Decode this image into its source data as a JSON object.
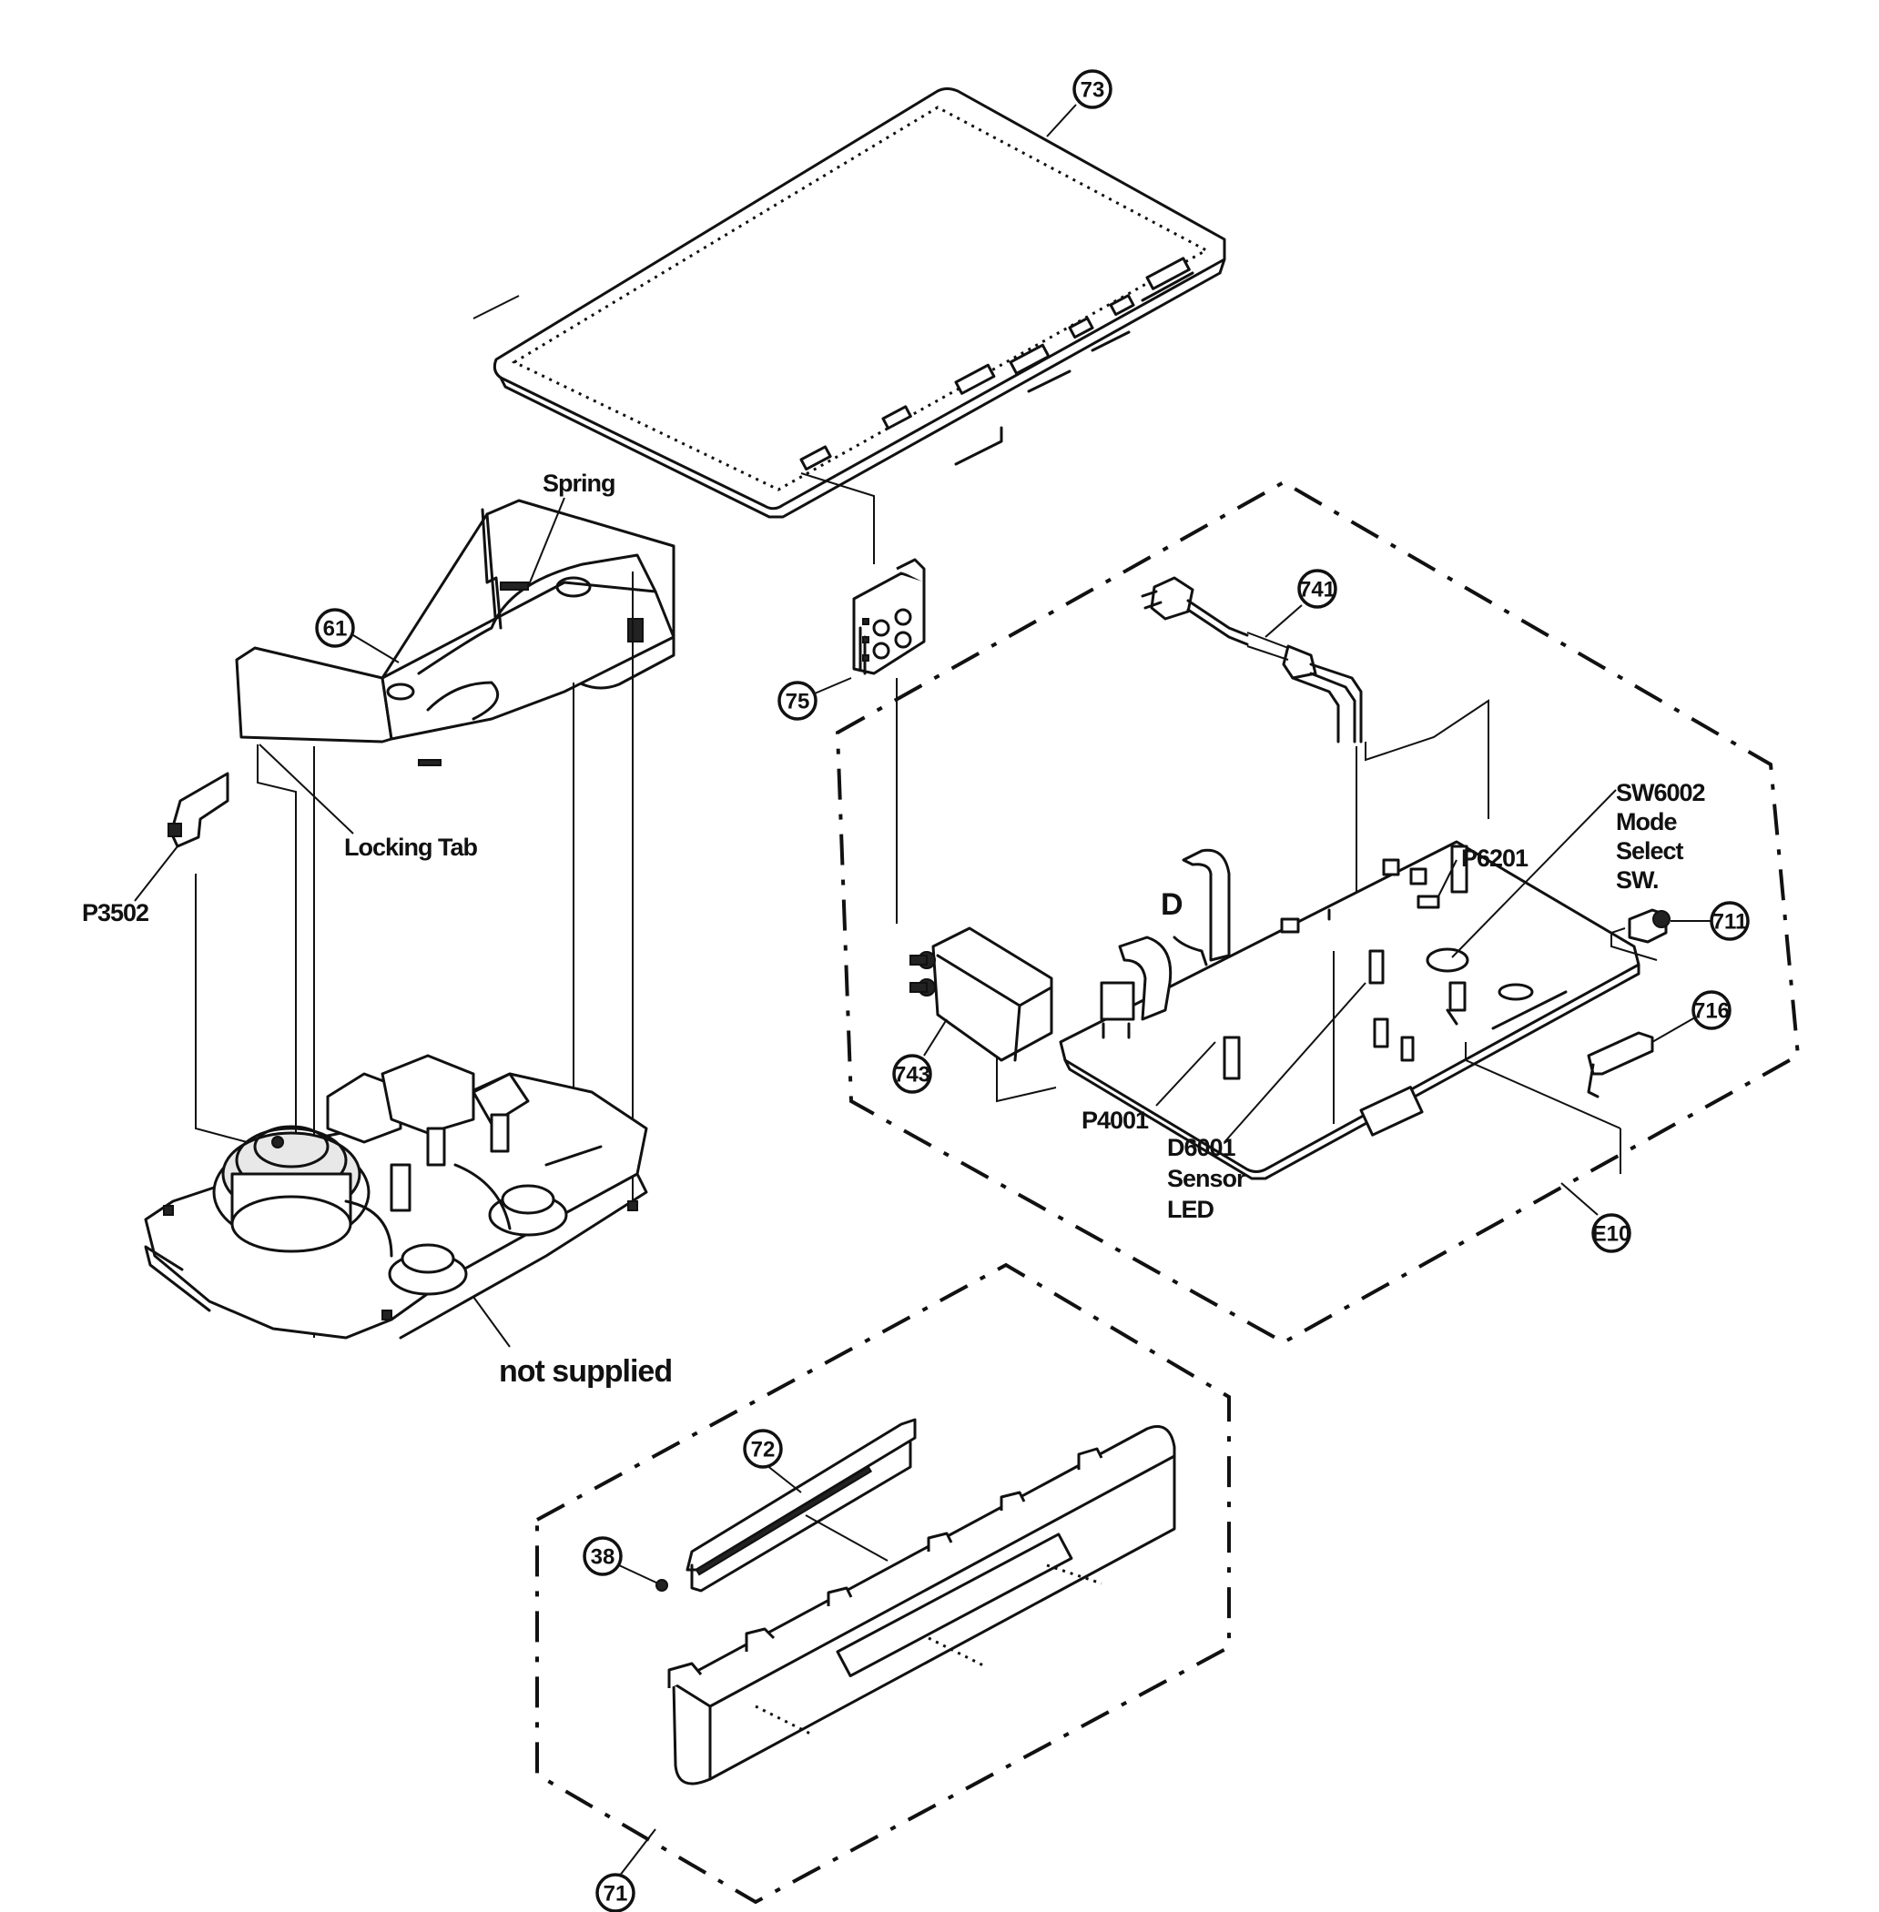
{
  "callouts": {
    "c73": "73",
    "c61": "61",
    "c75": "75",
    "c741": "741",
    "c711": "711",
    "c716": "716",
    "c743": "743",
    "c72": "72",
    "c38": "38",
    "c71": "71",
    "e10": "E10"
  },
  "labels": {
    "spring": "Spring",
    "locking_tab": "Locking Tab",
    "p3502": "P3502",
    "not_supplied": "not supplied",
    "p6201": "P6201",
    "sw6002_line1": "SW6002",
    "sw6002_line2": "Mode",
    "sw6002_line3": "Select",
    "sw6002_line4": "SW.",
    "p4001": "P4001",
    "d6001_line1": "D6001",
    "d6001_line2": "Sensor",
    "d6001_line3": "LED",
    "d_mark": "D"
  }
}
